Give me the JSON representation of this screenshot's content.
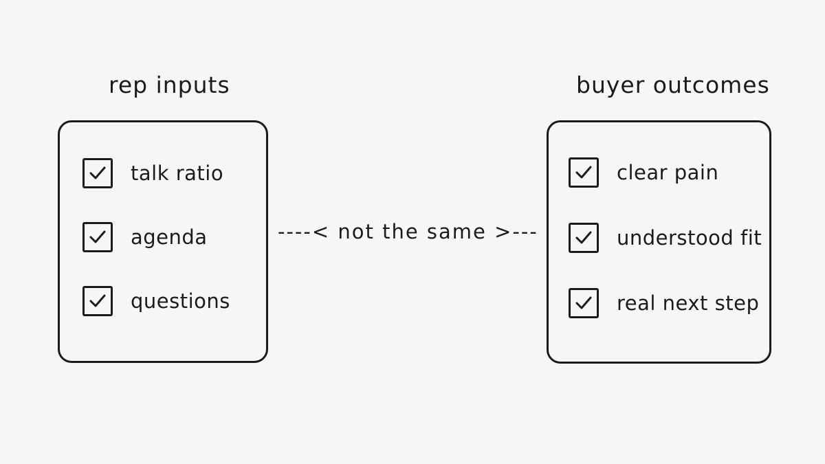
{
  "left_panel": {
    "title": "rep inputs",
    "items": [
      {
        "label": "talk ratio",
        "checked": true
      },
      {
        "label": "agenda",
        "checked": true
      },
      {
        "label": "questions",
        "checked": true
      }
    ]
  },
  "right_panel": {
    "title": "buyer outcomes",
    "items": [
      {
        "label": "clear pain",
        "checked": true
      },
      {
        "label": "understood fit",
        "checked": true
      },
      {
        "label": "real next step",
        "checked": true
      }
    ]
  },
  "connector": {
    "label": "----< not the same >---"
  },
  "colors": {
    "background": "#f6f6f5",
    "ink": "#1b1b1b"
  }
}
